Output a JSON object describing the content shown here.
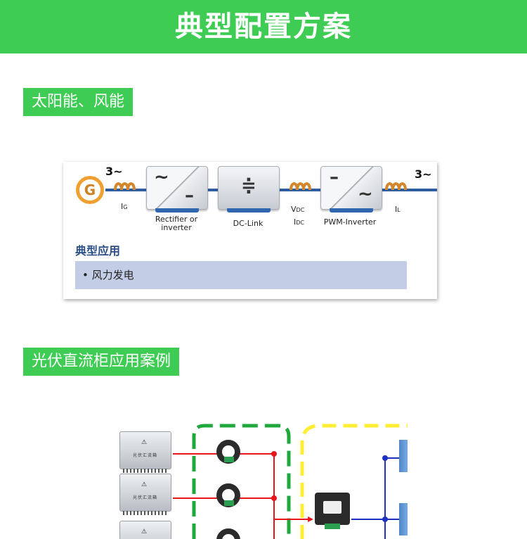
{
  "header": {
    "title": "典型配置方案"
  },
  "sections": [
    {
      "tag": "太阳能、风能"
    },
    {
      "tag": "光伏直流柜应用案例"
    }
  ],
  "diagram1": {
    "generator_symbol": "G",
    "phase_in": "3~",
    "phase_out": "3~",
    "i_g": "I",
    "i_g_sub": "G",
    "v_dc": "V",
    "v_dc_sub": "DC",
    "i_dc": "I",
    "i_dc_sub": "DC",
    "i_l": "I",
    "i_l_sub": "L",
    "blocks": [
      {
        "label_line1": "Rectifier or",
        "label_line2": "inverter"
      },
      {
        "label_line1": "DC-Link",
        "label_line2": ""
      },
      {
        "label_line1": "PWM-Inverter",
        "label_line2": ""
      }
    ],
    "application_heading": "典型应用",
    "applications": [
      "• 风力发电"
    ]
  },
  "pv": {
    "combiner_warning": "⚠",
    "combiner_text": "光伏汇流箱"
  },
  "colors": {
    "brand_green": "#3fcc55",
    "flow_blue": "#2e5ea0",
    "app_box": "#c3cde6",
    "green_dash": "#1fa93c",
    "yellow_dash": "#ffee33",
    "red_line": "#e8151b",
    "blue_line": "#2030c0"
  }
}
